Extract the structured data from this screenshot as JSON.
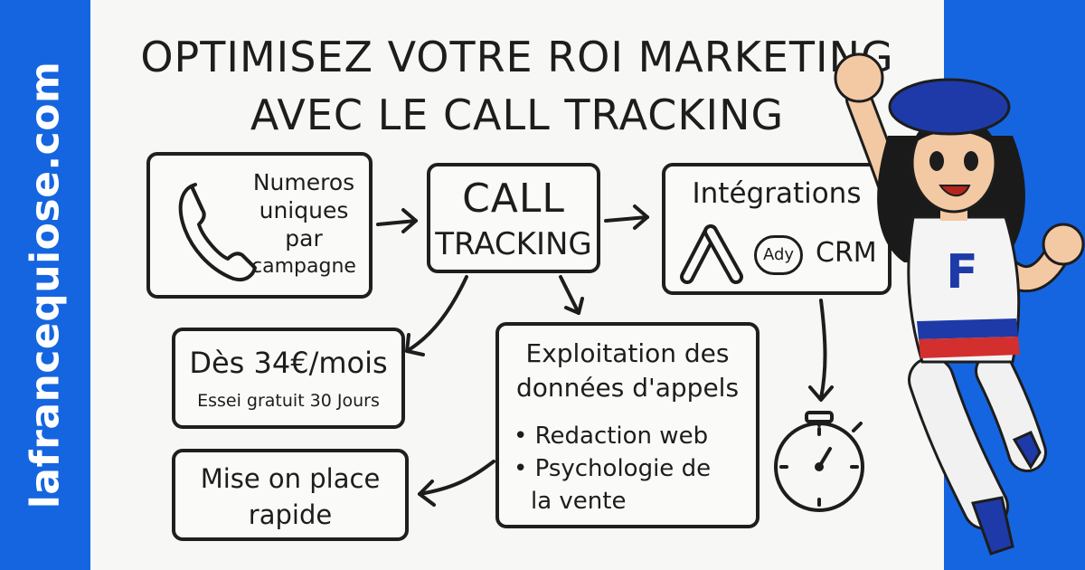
{
  "site": {
    "domain": "lafrancequiose.com"
  },
  "title": {
    "line1": "OPTIMISEZ VOTRE ROI MARKETING",
    "line2": "AVEC LE CALL TRACKING"
  },
  "numbers_box": {
    "lines": [
      "Numeros",
      "uniques",
      "par",
      "campagne"
    ]
  },
  "call_tracking_box": {
    "line1": "CALL",
    "line2": "TRACKING"
  },
  "integrations_box": {
    "title": "Intégrations",
    "ads_label": "Ady",
    "crm_label": "CRM"
  },
  "price_box": {
    "price": "Dès 34€/mois",
    "trial": "Essei gratuit 30 Jours"
  },
  "exploitation_box": {
    "title_line1": "Exploitation des",
    "title_line2": "données d'appels",
    "bullets": [
      "Redaction web",
      "Psychologie de",
      "la vente"
    ]
  },
  "setup_box": {
    "line1": "Mise on place",
    "line2": "rapide"
  },
  "mascot": {
    "shirt_letter": "F"
  },
  "colors": {
    "brand_blue": "#1565e0",
    "ink": "#1d1d1d",
    "paper": "#f7f7f5",
    "flag_red": "#d32f2f",
    "beret_blue": "#1e3aa8"
  }
}
